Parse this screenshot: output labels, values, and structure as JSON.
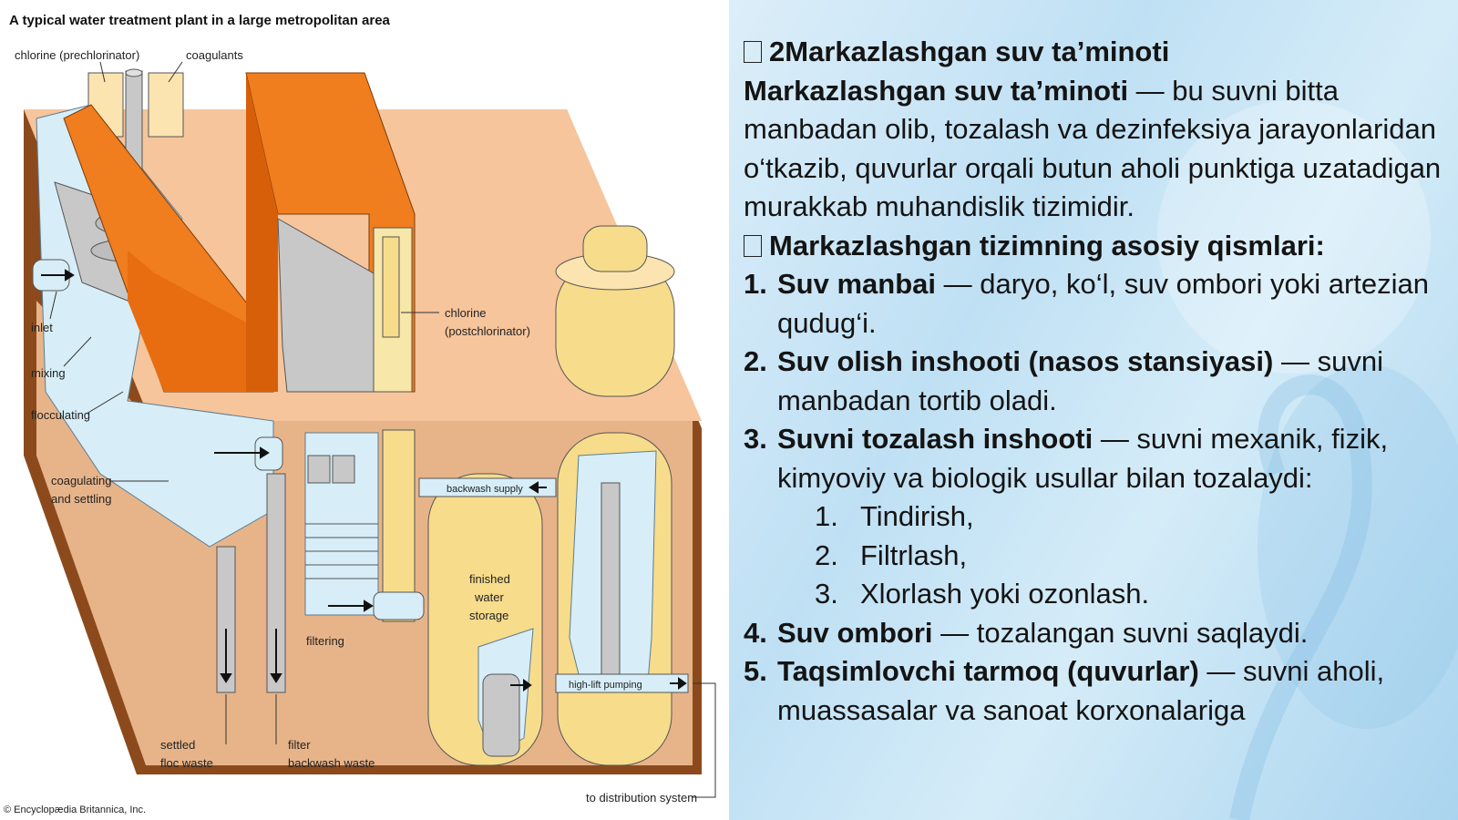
{
  "diagram": {
    "title": "A typical water treatment plant in a large metropolitan area",
    "labels": {
      "chlorine_pre": "chlorine (prechlorinator)",
      "coagulants": "coagulants",
      "inlet": "inlet",
      "mixing": "mixing",
      "flocculating": "flocculating",
      "coagulating_1": "coagulating",
      "coagulating_2": "and settling",
      "chlorine_post_1": "chlorine",
      "chlorine_post_2": "(postchlorinator)",
      "backwash_supply": "backwash supply",
      "finished_1": "finished",
      "finished_2": "water",
      "finished_3": "storage",
      "filtering": "filtering",
      "high_lift": "high-lift pumping",
      "settled_1": "settled",
      "settled_2": "floc waste",
      "filter_1": "filter",
      "filter_2": "backwash waste",
      "distribution": "to distribution system",
      "copyright": "© Encyclopædia Britannica, Inc."
    },
    "colors": {
      "orange": "#f07d1e",
      "peach": "#f6c59c",
      "brown": "#8c4a1c",
      "tan": "#e7b48a",
      "yellow": "#f7dc8c",
      "gray": "#c8c8c8",
      "water": "#d7eef8"
    }
  },
  "slide": {
    "heading_glyph": "2",
    "heading": "Markazlashgan suv ta’minoti",
    "intro_bold": "Markazlashgan suv ta’minoti",
    "intro_rest": " — bu suvni bitta manbadan olib, tozalash va dezinfeksiya jarayonlaridan o‘tkazib, quvurlar orqali butun aholi punktiga uzatadigan murakkab muhandislik tizimidir.",
    "parts_heading": "Markazlashgan tizimning asosiy qismlari:",
    "items": [
      {
        "num": "1.",
        "bold": "Suv manbai",
        "rest": " — daryo, ko‘l, suv ombori yoki artezian qudug‘i."
      },
      {
        "num": "2.",
        "bold": "Suv olish inshooti (nasos stansiyasi)",
        "rest": " — suvni manbadan tortib oladi."
      },
      {
        "num": "3.",
        "bold": "Suvni tozalash inshooti",
        "rest": " — suvni mexanik, fizik, kimyoviy va biologik usullar bilan tozalaydi:"
      },
      {
        "num": "4.",
        "bold": "Suv ombori",
        "rest": " — tozalangan suvni saqlaydi."
      },
      {
        "num": "5.",
        "bold": "Taqsimlovchi tarmoq (quvurlar)",
        "rest": " — suvni aholi, muassasalar va sanoat korxonalariga"
      }
    ],
    "subitems": [
      {
        "num": "1.",
        "text": "Tindirish,"
      },
      {
        "num": "2.",
        "text": "Filtrlash,"
      },
      {
        "num": "3.",
        "text": "Xlorlash yoki ozonlash."
      }
    ]
  }
}
